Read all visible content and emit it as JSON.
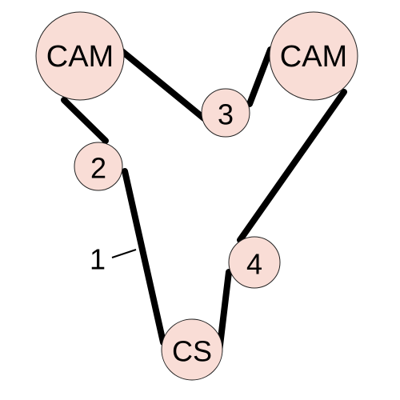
{
  "pulleys": {
    "cam_left": {
      "label": "CAM"
    },
    "cam_right": {
      "label": "CAM"
    },
    "idler_3": {
      "label": "3"
    },
    "idler_2": {
      "label": "2"
    },
    "idler_4": {
      "label": "4"
    },
    "crankshaft": {
      "label": "CS"
    }
  },
  "belt": {
    "callout_label": "1"
  },
  "colors": {
    "pulley_fill": "#f9ddd6",
    "belt": "#000000"
  }
}
